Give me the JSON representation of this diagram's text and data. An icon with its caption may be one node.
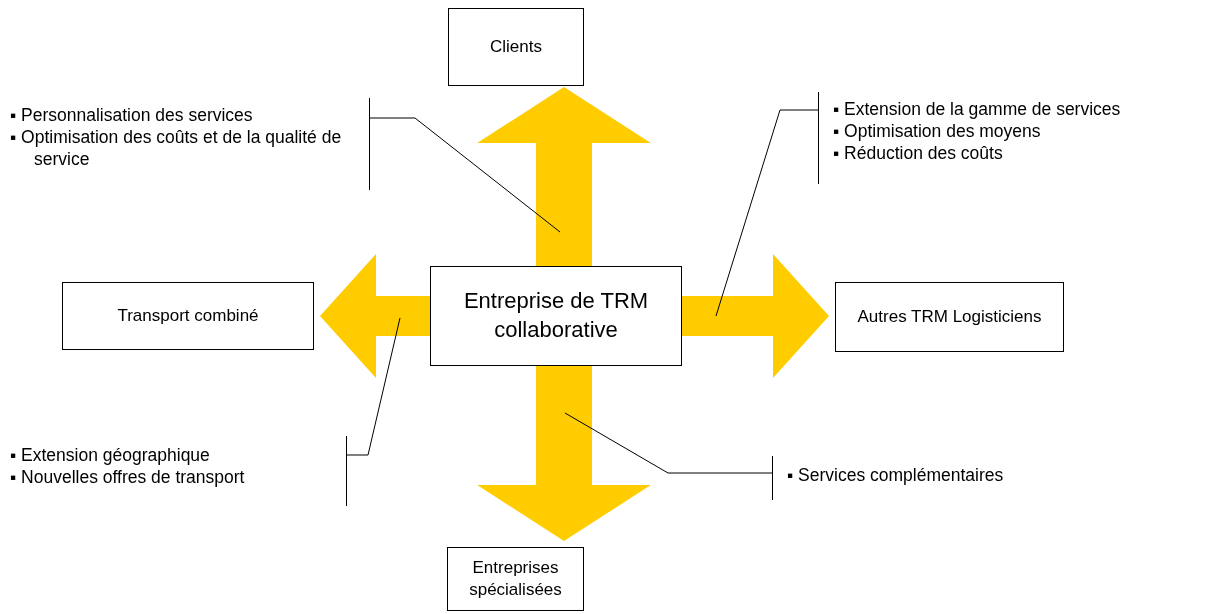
{
  "diagram": {
    "nodes": [
      {
        "text": [
          "Clients"
        ]
      },
      {
        "text": [
          "Entreprise de TRM collaborative"
        ]
      },
      {
        "text": [
          "Transport combiné"
        ]
      },
      {
        "text": [
          "Autres TRM Logisticiens"
        ]
      },
      {
        "text": [
          "Entreprises spécialisées"
        ]
      },
      {
        "text": [
          "▪ Personnalisation des services",
          "▪ Optimisation des coûts et de la qualité de service"
        ]
      },
      {
        "text": [
          "▪ Extension de la gamme de services",
          "▪ Optimisation des moyens",
          "▪ Réduction des coûts"
        ]
      },
      {
        "text": [
          "▪ Extension géographique",
          "▪ Nouvelles offres de transport"
        ]
      },
      {
        "text": [
          "▪ Services complémentaires"
        ]
      }
    ],
    "edges": [
      {
        "from": 1,
        "to": 0,
        "arrow": "to",
        "style": "thick",
        "color": "#ffcc00"
      },
      {
        "from": 1,
        "to": 2,
        "arrow": "to",
        "style": "thick",
        "color": "#ffcc00"
      },
      {
        "from": 1,
        "to": 3,
        "arrow": "to",
        "style": "thick",
        "color": "#ffcc00"
      },
      {
        "from": 1,
        "to": 4,
        "arrow": "to",
        "style": "thick",
        "color": "#ffcc00"
      },
      {
        "from": 5,
        "to": null,
        "arrow": "none"
      },
      {
        "from": 6,
        "to": null,
        "arrow": "none"
      },
      {
        "from": 7,
        "to": null,
        "arrow": "none"
      },
      {
        "from": 8,
        "to": null,
        "arrow": "none"
      }
    ]
  }
}
